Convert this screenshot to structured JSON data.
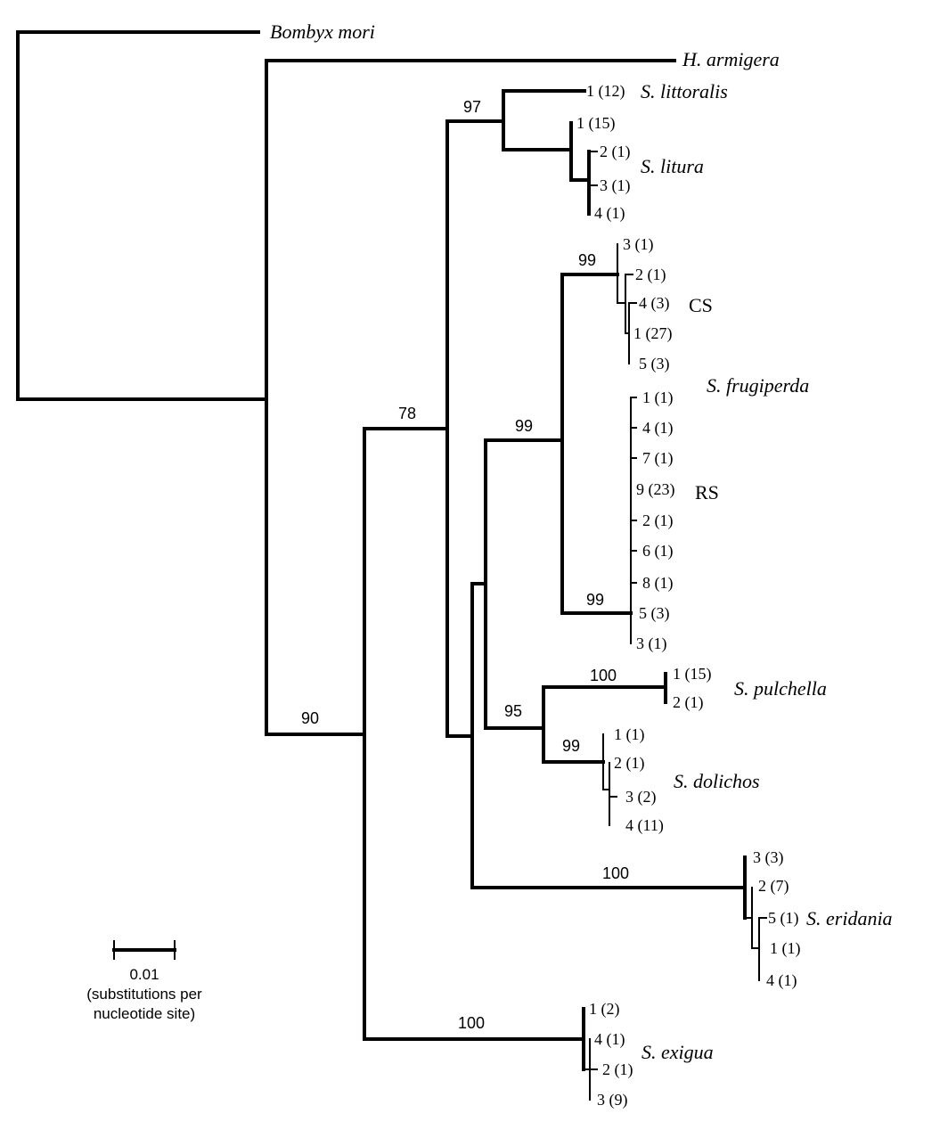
{
  "taxa": {
    "bombyx": "Bombyx mori",
    "harmigera": "H. armigera",
    "littoralis": "S. littoralis",
    "litura": "S. litura",
    "frugiperda": "S. frugiperda",
    "pulchella": "S. pulchella",
    "dolichos": "S. dolichos",
    "eridania": "S. eridania",
    "exigua": "S. exigua"
  },
  "groups": {
    "cs": "CS",
    "rs": "RS"
  },
  "bootstrap": {
    "n90": "90",
    "n78": "78",
    "n97": "97",
    "n99a": "99",
    "n99b": "99",
    "n99c": "99",
    "n95": "95",
    "n100a": "100",
    "n99d": "99",
    "n100b": "100",
    "n100c": "100"
  },
  "haplotypes": {
    "littoralis": [
      "1 (12)"
    ],
    "litura": [
      "1 (15)",
      "2 (1)",
      "3 (1)",
      "4 (1)"
    ],
    "cs": [
      "3 (1)",
      "2 (1)",
      "4 (3)",
      "1 (27)",
      "5 (3)"
    ],
    "rs": [
      "1 (1)",
      "4 (1)",
      "7 (1)",
      "9 (23)",
      "2 (1)",
      "6 (1)",
      "8 (1)",
      "5 (3)",
      "3 (1)"
    ],
    "pulchella": [
      "1 (15)",
      "2 (1)"
    ],
    "dolichos": [
      "1 (1)",
      "2 (1)",
      "3 (2)",
      "4 (11)"
    ],
    "eridania": [
      "3 (3)",
      "2 (7)",
      "5 (1)",
      "1 (1)",
      "4 (1)"
    ],
    "exigua": [
      "1 (2)",
      "4 (1)",
      "2 (1)",
      "3 (9)"
    ]
  },
  "scale": {
    "value": "0.01",
    "unit_line1": "(substitutions per",
    "unit_line2": "nucleotide site)"
  }
}
